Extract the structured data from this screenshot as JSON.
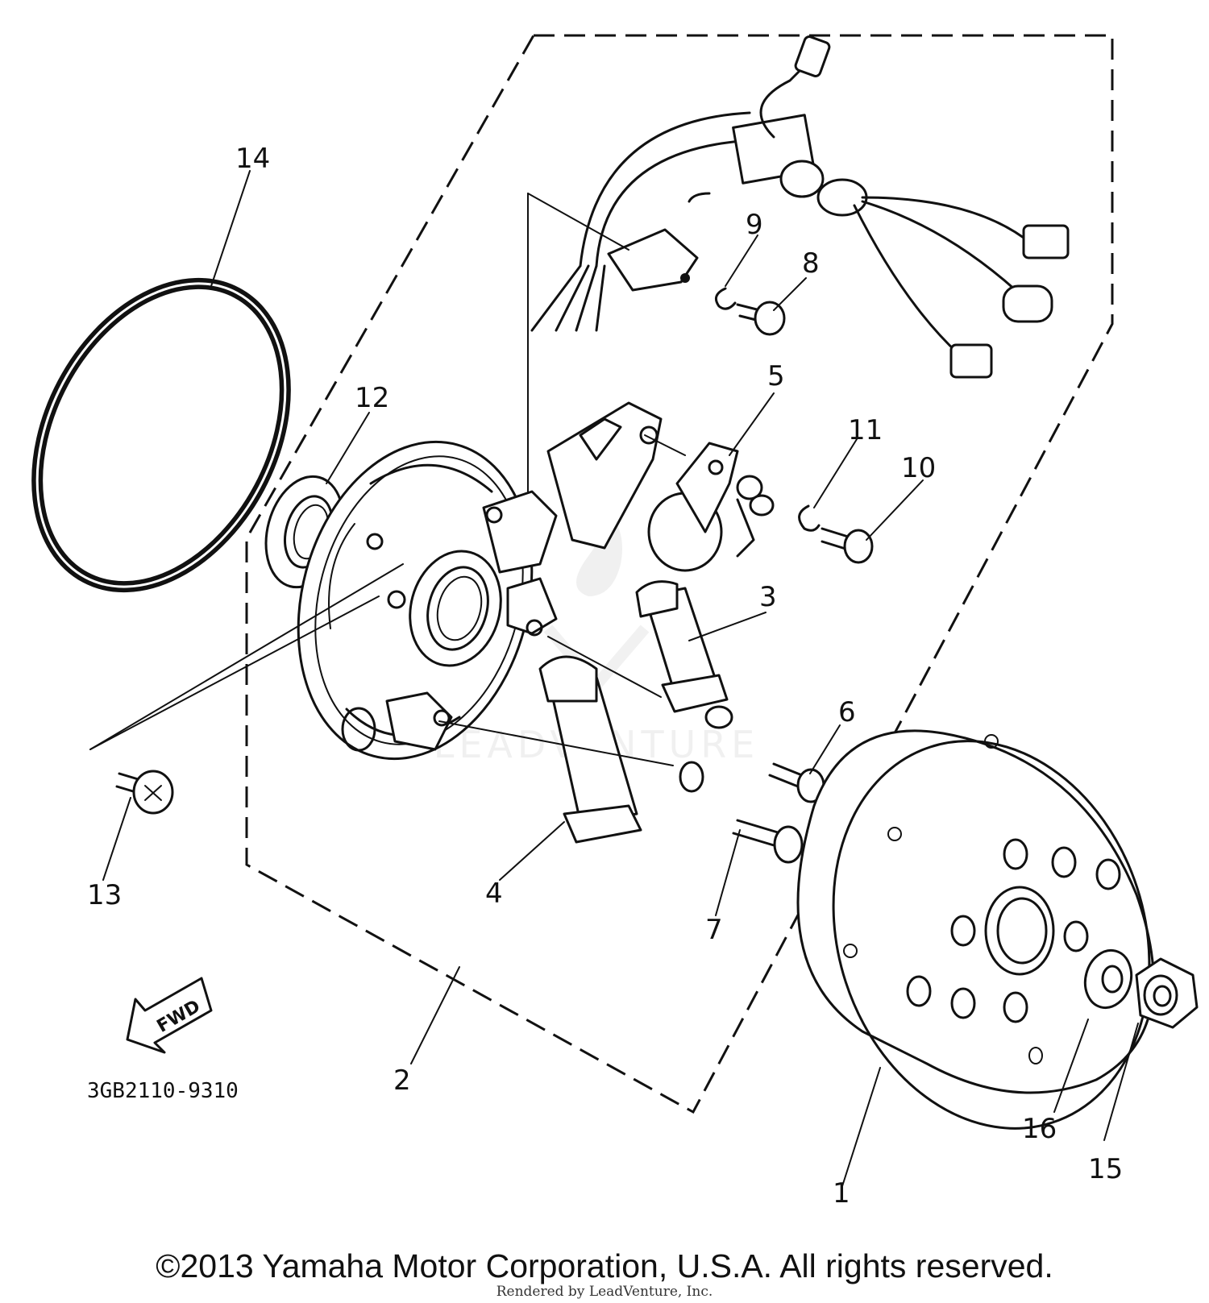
{
  "diagram": {
    "part_numbers": {
      "p1": "1",
      "p2": "2",
      "p3": "3",
      "p4": "4",
      "p5": "5",
      "p6": "6",
      "p7": "7",
      "p8": "8",
      "p9": "9",
      "p10": "10",
      "p11": "11",
      "p12": "12",
      "p13": "13",
      "p14": "14",
      "p15": "15",
      "p16": "16"
    },
    "fwd_label": "FWD",
    "diagram_code": "3GB2110-9310",
    "watermark": "LEADVENTURE"
  },
  "footer": {
    "copyright": "©2013 Yamaha Motor Corporation, U.S.A. All rights reserved.",
    "rendered_by": "Rendered by LeadVenture, Inc."
  }
}
